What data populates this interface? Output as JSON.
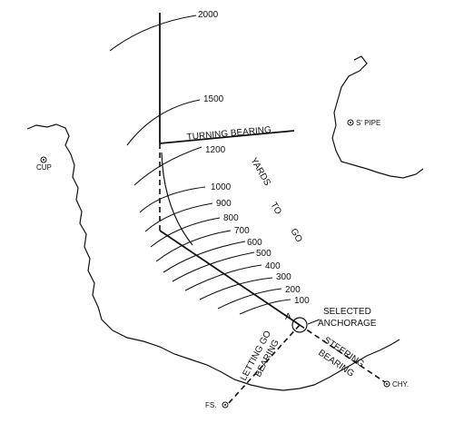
{
  "diagram": {
    "range_labels": [
      "2000",
      "1500",
      "1200",
      "1000",
      "900",
      "800",
      "700",
      "600",
      "500",
      "400",
      "300",
      "200",
      "100"
    ],
    "turning_bearing": "TURNING BEARING",
    "yards_to_go": [
      "YARDS",
      "TO",
      "GO"
    ],
    "selected_anchorage": [
      "SELECTED",
      "ANCHORAGE"
    ],
    "anchor_point": "A",
    "steering_bearing": [
      "STEERING",
      "BEARING"
    ],
    "letting_go_bearing": [
      "LETTING GO",
      "BEARING"
    ],
    "landmarks": {
      "cupola": "CUP",
      "standpipe": "S' PIPE",
      "chimney": "CHY.",
      "flagstaff": "FS."
    }
  }
}
